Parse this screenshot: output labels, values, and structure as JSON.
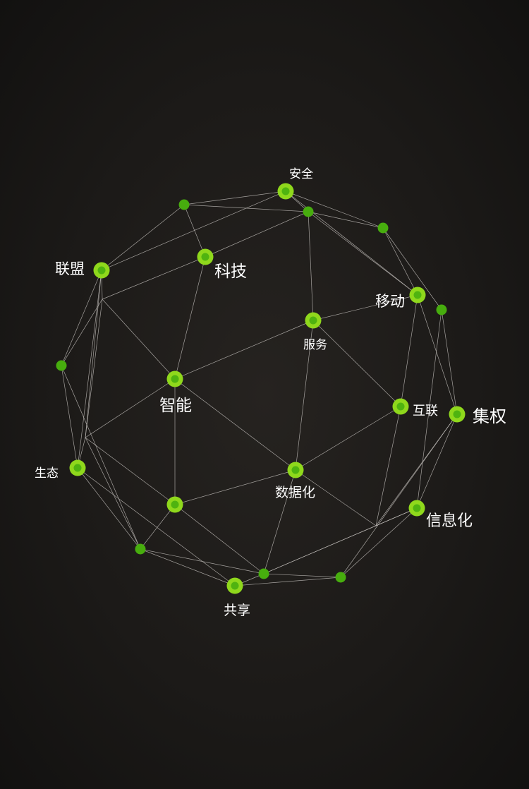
{
  "diagram": {
    "labels": {
      "anquan": "安全",
      "keji": "科技",
      "lianmeng": "联盟",
      "yidong": "移动",
      "fuwu": "服务",
      "zhineng": "智能",
      "hulian": "互联",
      "jiquan": "集权",
      "shengtai": "生态",
      "shujuhua": "数据化",
      "xinxihua": "信息化",
      "gongxiang": "共享"
    },
    "colors": {
      "background": "#1c1a18",
      "node_ring": "#8fd81c",
      "node_core": "#4fb310",
      "edge": "#bdbab6",
      "label": "#ffffff"
    }
  }
}
